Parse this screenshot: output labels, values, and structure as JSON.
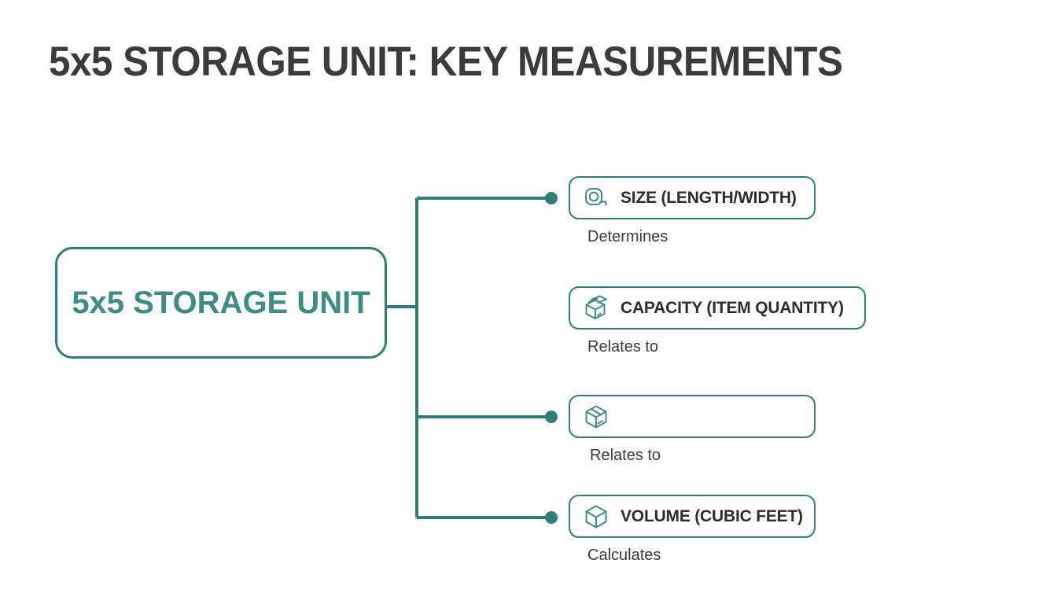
{
  "page": {
    "title": "5x5 STORAGE UNIT: KEY MEASUREMENTS",
    "background_color": "#fdfdfe",
    "accent_color": "#2f7f76",
    "root_text_color": "#3d8d83",
    "title_color": "#3b3b3b",
    "caption_color": "#3c3c3c"
  },
  "root": {
    "label": "5x5 STORAGE UNIT"
  },
  "branches": [
    {
      "icon": "tape-measure-icon",
      "label": "SIZE (LENGTH/WIDTH)",
      "caption": "Determines",
      "has_connector": true
    },
    {
      "icon": "open-box-icon",
      "label": "CAPACITY (ITEM QUANTITY)",
      "caption": "Relates to",
      "has_connector": false
    },
    {
      "icon": "sealed-box-icon",
      "label": "",
      "caption": "Relates to",
      "has_connector": true
    },
    {
      "icon": "cube-icon",
      "label": "VOLUME (CUBIC FEET)",
      "caption": "Calculates",
      "has_connector": true
    }
  ]
}
